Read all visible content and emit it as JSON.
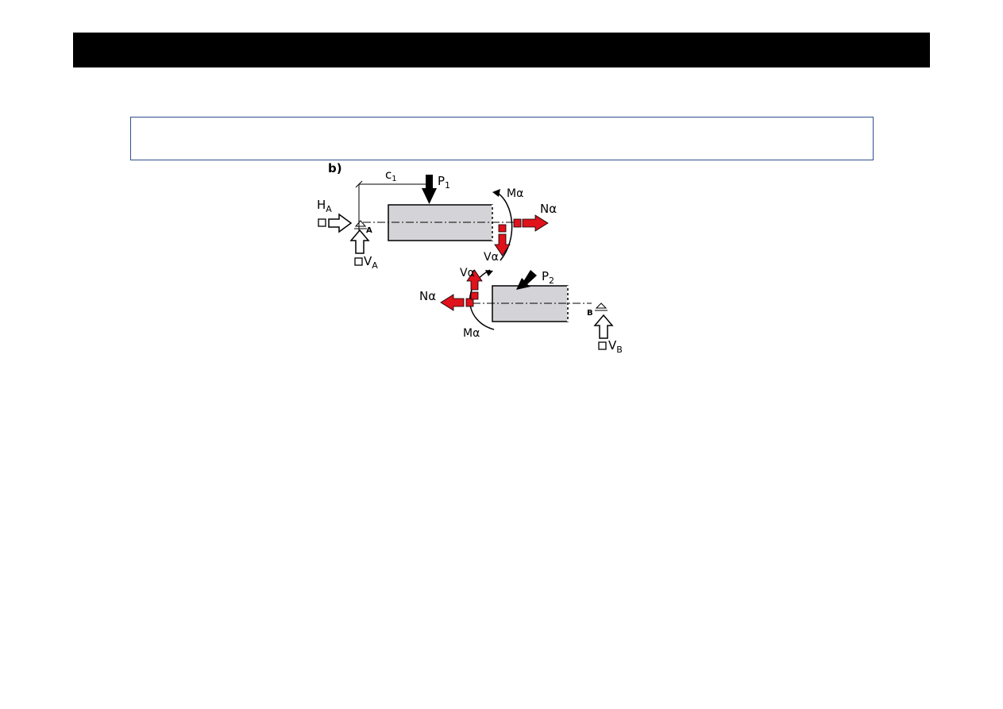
{
  "panel_label": "b)",
  "dimension_label": "c",
  "dimension_sub": "1",
  "loads": {
    "p1": {
      "main": "P",
      "sub": "1"
    },
    "p2": {
      "main": "P",
      "sub": "2"
    }
  },
  "reactions": {
    "ha": {
      "main": "H",
      "sub": "A"
    },
    "va": {
      "main": "V",
      "sub": "A"
    },
    "vb": {
      "main": "V",
      "sub": "B"
    }
  },
  "supports": {
    "a": "A",
    "b": "B"
  },
  "internal_forces": {
    "moment": "Mα",
    "normal": "Nα",
    "shear": "Vα"
  },
  "colors": {
    "internal_force": "#e0121b",
    "beam_fill": "#d4d4d8",
    "title_bar": "#000000",
    "box_border": "#2f4f8f"
  }
}
